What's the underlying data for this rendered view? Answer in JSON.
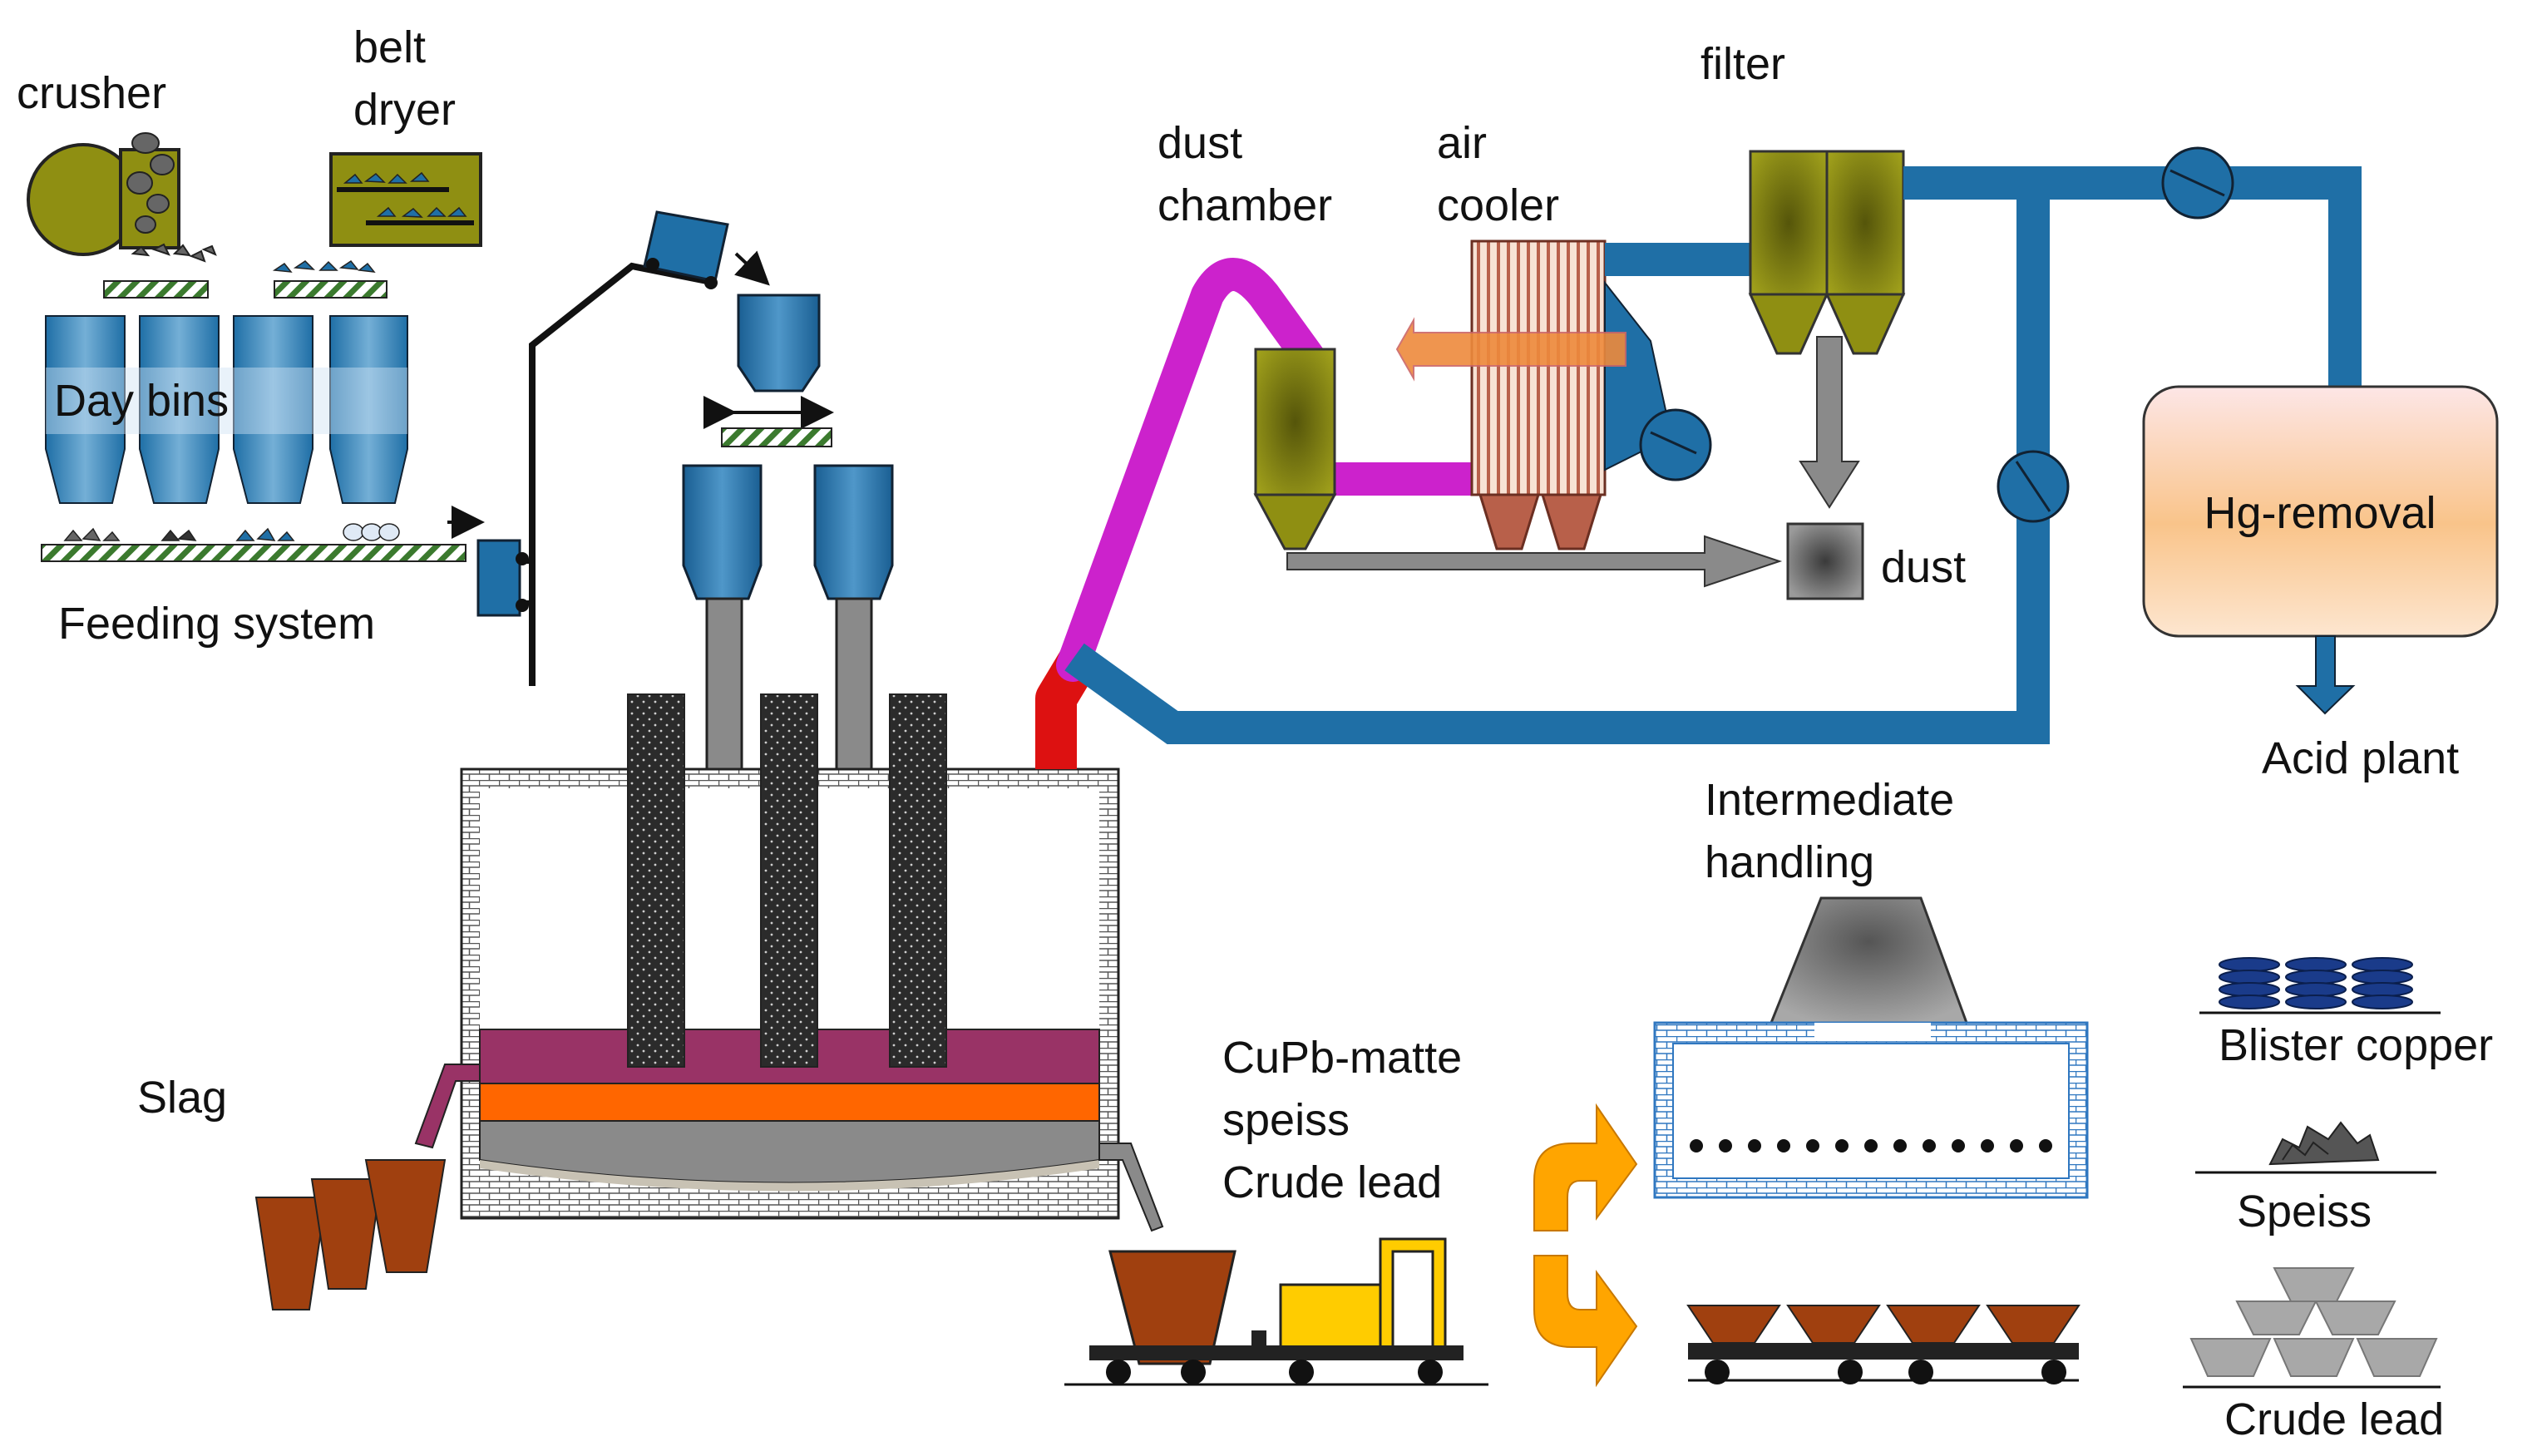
{
  "labels": {
    "crusher": "crusher",
    "belt_dryer_1": "belt",
    "belt_dryer_2": "dryer",
    "day_bins": "Day bins",
    "feeding_system": "Feeding system",
    "dust_chamber_1": "dust",
    "dust_chamber_2": "chamber",
    "air_cooler_1": "air",
    "air_cooler_2": "cooler",
    "filter": "filter",
    "dust": "dust",
    "hg_removal": "Hg-removal",
    "acid_plant": "Acid plant",
    "intermediate_1": "Intermediate",
    "intermediate_2": "handling",
    "slag": "Slag",
    "cupb_matte": "CuPb-matte",
    "speiss_line": "speiss",
    "crude_lead_line": "Crude lead",
    "blister_copper": "Blister copper",
    "speiss": "Speiss",
    "crude_lead": "Crude lead"
  },
  "colors": {
    "equipment_blue": "#1f6fa6",
    "olive": "#8f8f12",
    "offgas_pipe_magenta": "#cc22cc",
    "hot_offgas_red": "#dd1111",
    "slag_layer": "#993366",
    "matte_layer": "#ff6600",
    "speiss_layer": "#888888",
    "ladle_brown": "#a0400f",
    "vehicle_yellow": "#ffcc00",
    "hg_removal_fill": "#f9c48a",
    "arrow_orange": "#ffa500"
  }
}
